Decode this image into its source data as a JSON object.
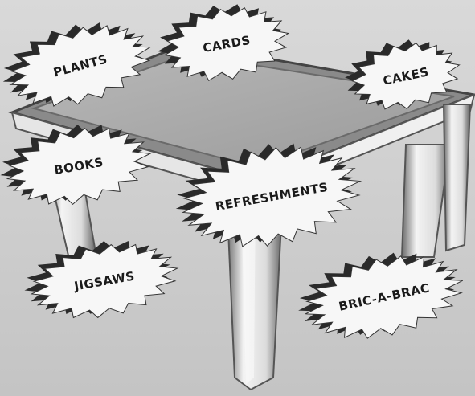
{
  "labels": {
    "plants": "PLANTS",
    "cards": "CARDS",
    "cakes": "CAKES",
    "books": "BOOKS",
    "refreshments": "REFRESHMENTS",
    "jigsaws": "JIGSAWS",
    "bric_a_brac": "BRIC-A-BRAC"
  },
  "colors": {
    "background": "#cfcfcf",
    "table_top": "#a9a9a9",
    "table_rim": "#8c8c8c",
    "leg_light": "#f2f2f2",
    "leg_dark": "#6e6e6e",
    "burst_shadow": "#2a2a2a",
    "burst_fill": "#f7f7f7"
  }
}
